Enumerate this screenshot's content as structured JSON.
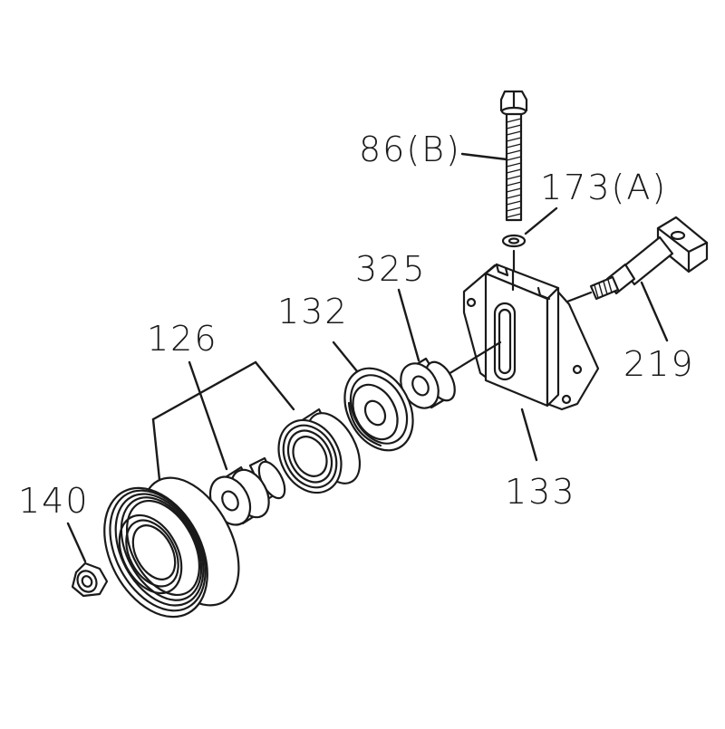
{
  "labels": {
    "p86": "86(B)",
    "p173": "173(A)",
    "p325": "325",
    "p132": "132",
    "p126": "126",
    "p140": "140",
    "p219": "219",
    "p133": "133"
  },
  "colors": {
    "ink": "#1a1a1a",
    "background": "#ffffff"
  }
}
